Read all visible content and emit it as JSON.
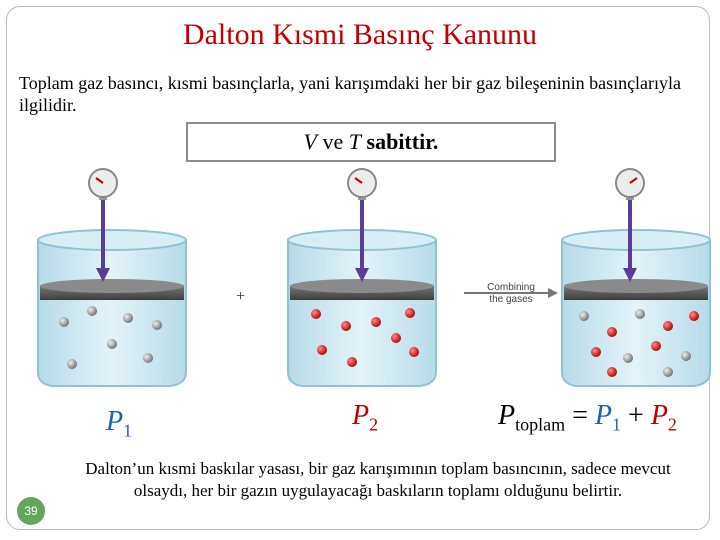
{
  "slide": {
    "title": "Dalton Kısmi Basınç Kanunu",
    "intro": "Toplam gaz basıncı, kısmi basınçlarla, yani karışımdaki her bir gaz bileşeninin basınçlarıyla ilgilidir.",
    "condition": {
      "v": "V",
      "ve": "ve",
      "t": "T",
      "rest": "sabittir."
    },
    "plus": "+",
    "combine_label": {
      "line1": "Combining",
      "line2": "the gases"
    },
    "labels": {
      "p1": {
        "p": "P",
        "sub": "1"
      },
      "p2": {
        "p": "P",
        "sub": "2"
      },
      "total": {
        "p": "P",
        "sub": "toplam",
        "eq": "=",
        "plus": "+",
        "p1": "P",
        "s1": "1",
        "p2": "P",
        "s2": "2"
      }
    },
    "footnote": "Dalton’un kısmi baskılar yasası, bir gaz karışımının toplam basıncının, sadece mevcut olsaydı, her bir gazın uygulayacağı baskıların toplamı olduğunu belirtir.",
    "slide_number": "39"
  },
  "colors": {
    "title": "#c00000",
    "p1": "#1f5fbf",
    "p2": "#c00000",
    "gray_gas": "#8a8a8a",
    "red_gas": "#d01010",
    "arrow": "#5a3d9a",
    "slide_badge": "#63a85a"
  }
}
